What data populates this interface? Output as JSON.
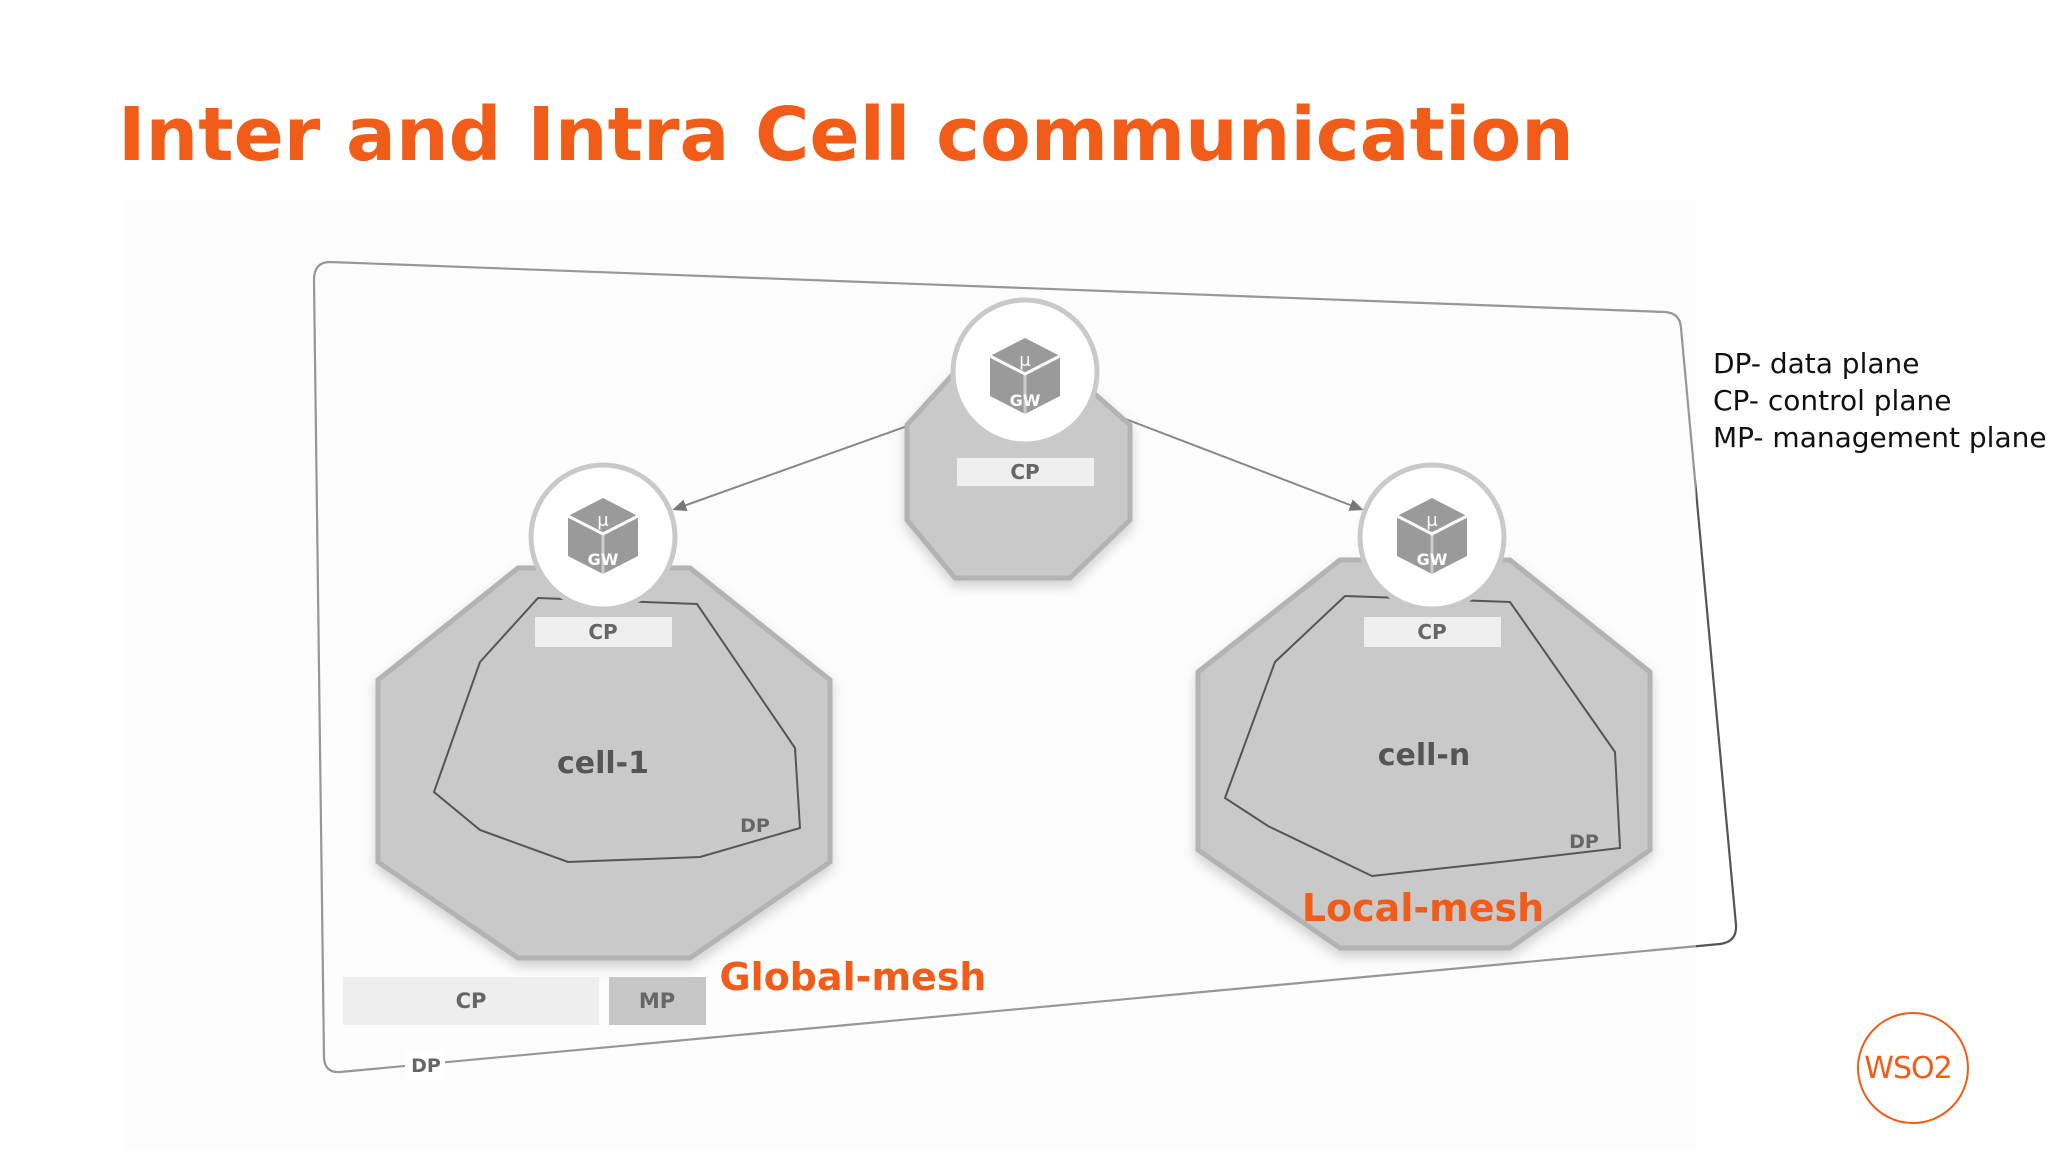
{
  "slide": {
    "title": "Inter and Intra Cell communication"
  },
  "legend": {
    "items": [
      "DP- data plane",
      "CP- control plane",
      "MP- management plane"
    ]
  },
  "diagram": {
    "gateway_symbol": "μ",
    "gateway_label": "GW",
    "control_plane_label": "CP",
    "data_plane_label": "DP",
    "management_plane_label": "MP",
    "cells": [
      {
        "name": "cell-1"
      },
      {
        "name": "cell-n"
      }
    ],
    "global_mesh_label": "Global-mesh",
    "local_mesh_label": "Local-mesh",
    "outer_dp_label": "DP",
    "bottom_cp_label": "CP",
    "bottom_mp_label": "MP"
  },
  "logo": {
    "text": "WSO2",
    "color": "#f25c19"
  },
  "colors": {
    "accent": "#f25c19",
    "cell_fill": "#c9c9c9",
    "cell_stroke": "#b3b3b3",
    "cp_bar": "#efefef",
    "gw_icon": "#9a9a9a"
  }
}
